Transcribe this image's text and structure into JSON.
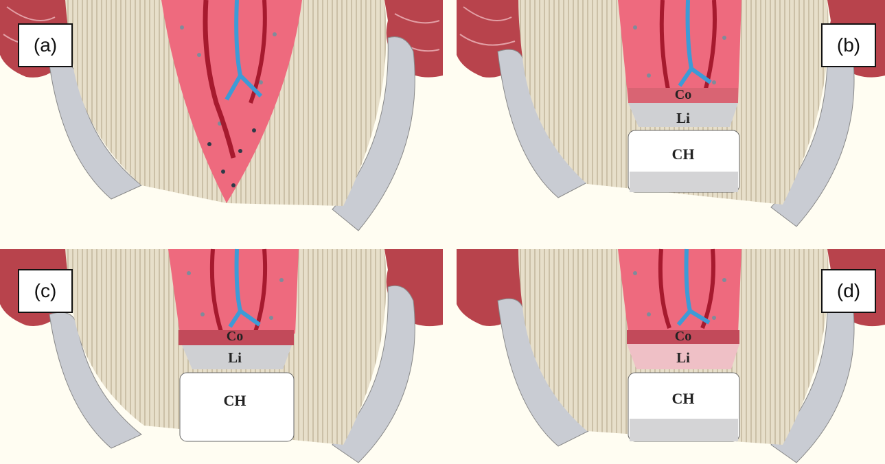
{
  "figure": {
    "panels": [
      {
        "id": "a",
        "label": "(a)",
        "layers": []
      },
      {
        "id": "b",
        "label": "(b)",
        "layers": [
          "Co",
          "Li",
          "CH"
        ]
      },
      {
        "id": "c",
        "label": "(c)",
        "layers": [
          "Co",
          "Li",
          "CH"
        ]
      },
      {
        "id": "d",
        "label": "(d)",
        "layers": [
          "Co",
          "Li",
          "CH"
        ]
      }
    ]
  },
  "colors": {
    "background": "#fffdf2",
    "tissue": "#ee6a7e",
    "tissue_dark": "#a61a2e",
    "vessel": "#3d9bd6",
    "dentin": "#e7dfca",
    "dentin_stripe": "#b9ac90",
    "enamel": "#c9ccd3",
    "gum": "#b8434c",
    "liner_gray": "#cfd0d3",
    "liner_pink": "#efc0c6",
    "cap_white": "#ffffff",
    "cap_gray": "#d4d4d6"
  }
}
